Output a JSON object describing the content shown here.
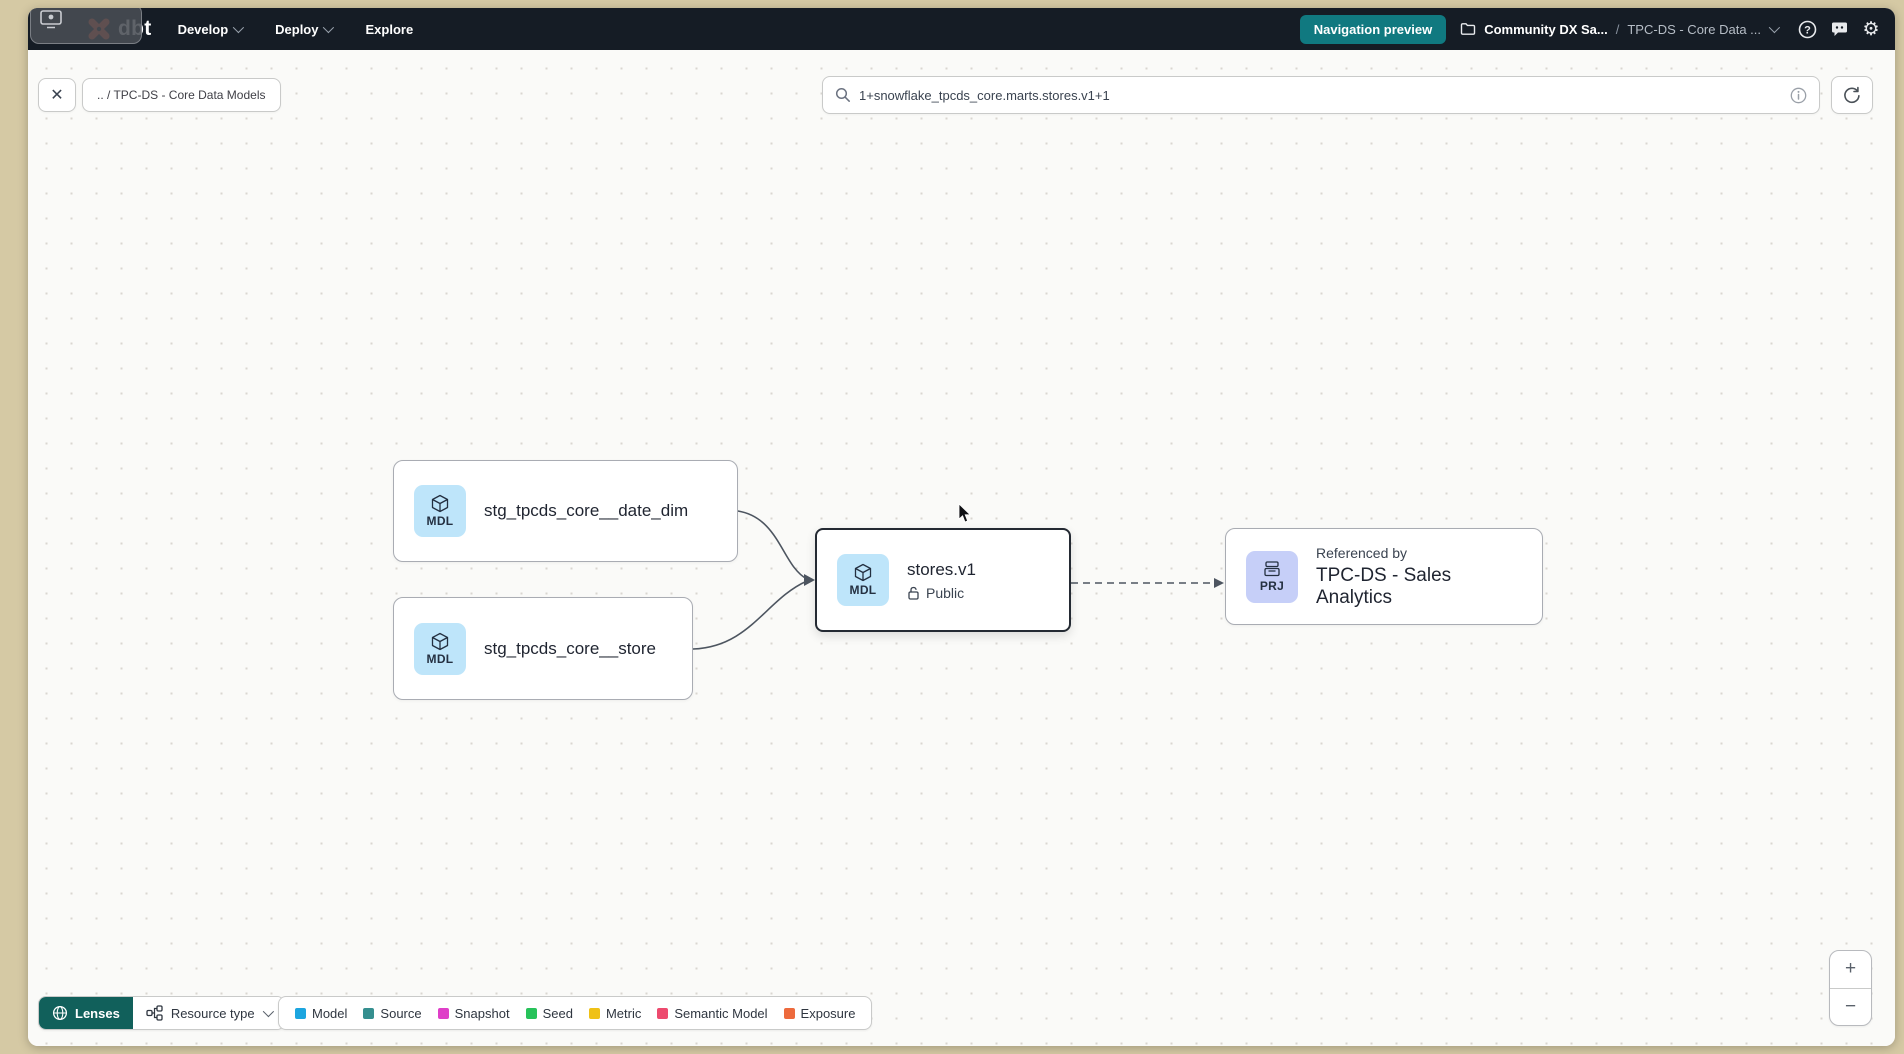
{
  "topnav": {
    "brand": "dbt",
    "menus": [
      {
        "label": "Develop"
      },
      {
        "label": "Deploy"
      },
      {
        "label": "Explore"
      }
    ],
    "preview_badge": "Navigation preview",
    "breadcrumb": {
      "project": "Community DX Sa...",
      "separator": "/",
      "page": "TPC-DS - Core Data ..."
    }
  },
  "toolbar": {
    "close_label": "✕",
    "path_chip": ".. / TPC-DS - Core Data Models",
    "search": {
      "value": "1+snowflake_tpcds_core.marts.stores.v1+1"
    }
  },
  "graph": {
    "nodes": [
      {
        "badge": "MDL",
        "label": "stg_tpcds_core__date_dim"
      },
      {
        "badge": "MDL",
        "label": "stg_tpcds_core__store"
      },
      {
        "badge": "MDL",
        "label": "stores.v1",
        "access": "Public",
        "selected": true
      },
      {
        "badge": "PRJ",
        "kicker": "Referenced by",
        "label": "TPC-DS - Sales Analytics"
      }
    ],
    "edges": [
      {
        "from": "stg_tpcds_core__date_dim",
        "to": "stores.v1",
        "style": "solid"
      },
      {
        "from": "stg_tpcds_core__store",
        "to": "stores.v1",
        "style": "solid"
      },
      {
        "from": "stores.v1",
        "to": "TPC-DS - Sales Analytics",
        "style": "dashed"
      }
    ]
  },
  "footer": {
    "lenses_label": "Lenses",
    "resource_type_label": "Resource type",
    "legend": [
      {
        "label": "Model",
        "color": "#1CA5DF"
      },
      {
        "label": "Source",
        "color": "#358F8F"
      },
      {
        "label": "Snapshot",
        "color": "#DF3FC8"
      },
      {
        "label": "Seed",
        "color": "#27C25A"
      },
      {
        "label": "Metric",
        "color": "#EFC116"
      },
      {
        "label": "Semantic Model",
        "color": "#ED4A6E"
      },
      {
        "label": "Exposure",
        "color": "#ED6A3D"
      }
    ],
    "zoom_in": "+",
    "zoom_out": "−"
  },
  "colors": {
    "accent_teal": "#107980",
    "lenses_teal": "#11605B",
    "navbar": "#151C25",
    "brand_orange": "#FF5C35",
    "mdl_badge": "#BEE5FA",
    "prj_badge": "#C6CFF8"
  }
}
